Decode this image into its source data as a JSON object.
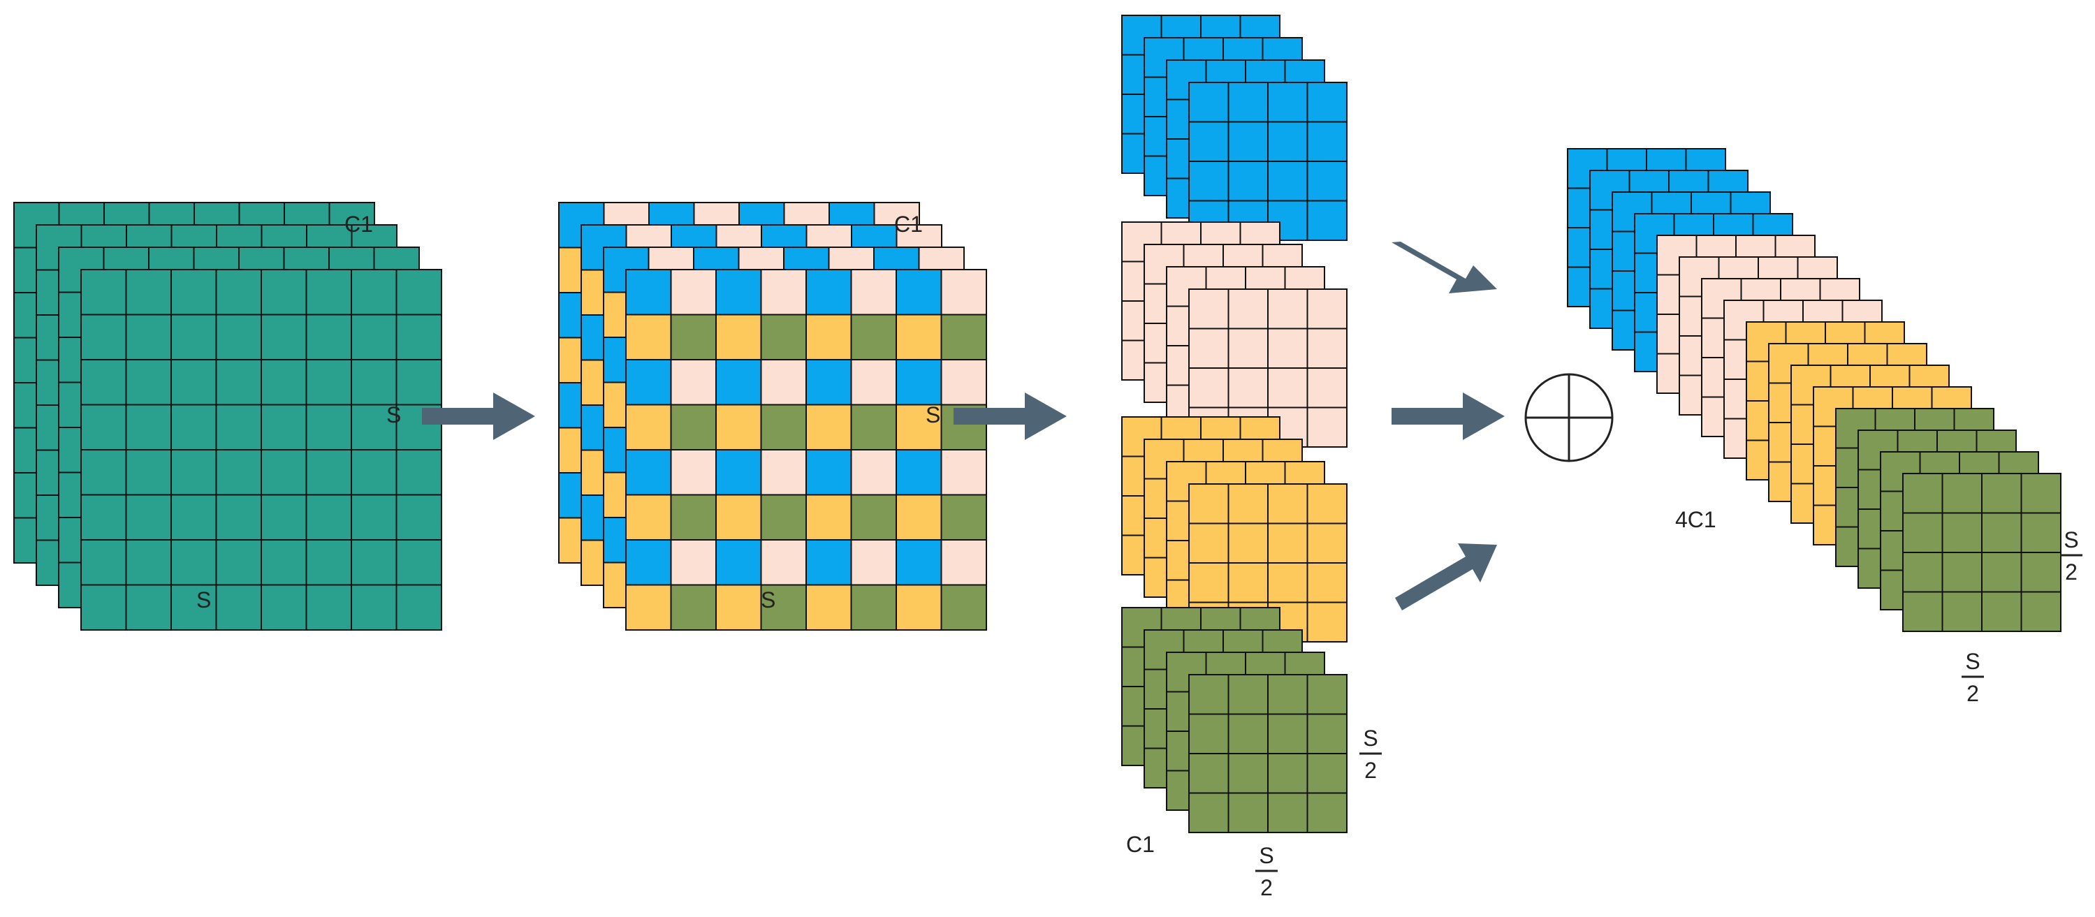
{
  "colors": {
    "teal": "#2aa18f",
    "blue": "#0aa6ee",
    "peach": "#fde0d4",
    "yellow": "#fec95c",
    "green": "#7f9a54",
    "arrow": "#4f6475",
    "grid_line": "#111111"
  },
  "labels": {
    "input": {
      "channel": "C1",
      "height": "S",
      "width": "S"
    },
    "sampled": {
      "channel": "C1",
      "height": "S",
      "width": "S"
    },
    "split": {
      "channel": "C1",
      "size_num": "S",
      "size_den": "2",
      "width_num": "S",
      "width_den": "2"
    },
    "output": {
      "channel": "4C1",
      "size_num": "S",
      "size_den": "2",
      "width_num": "S",
      "width_den": "2"
    }
  },
  "icons": {
    "concat": "circle-plus-icon",
    "arrow": "right-arrow-icon"
  }
}
